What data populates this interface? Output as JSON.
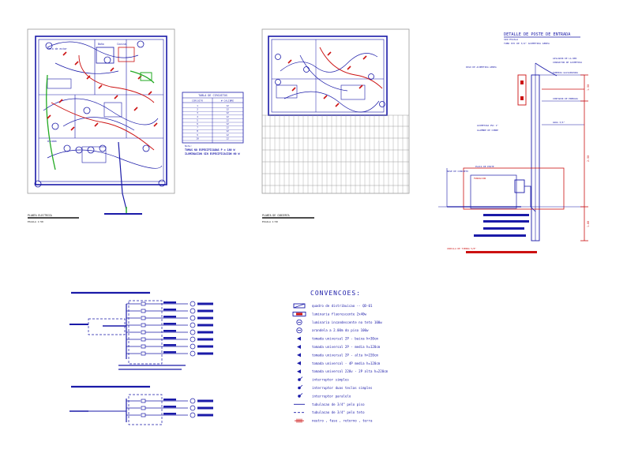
{
  "sheet": {
    "colors": {
      "line": "#1a1aa8",
      "red": "#cc1111",
      "green": "#22aa22",
      "grey": "#9a9a9a",
      "black": "#111111"
    }
  },
  "plan1": {
    "room_labels": [
      "Sala de estar",
      "Cocina",
      "Baño",
      "Alcoba"
    ]
  },
  "plan2": {},
  "table": {
    "title": "TABLA DE CIRCUITOS",
    "headers": [
      "CIRCUITO",
      "# CALIBRE"
    ],
    "rows": [
      [
        "1",
        "12"
      ],
      [
        "2",
        "12"
      ],
      [
        "3",
        "12"
      ],
      [
        "4",
        "12"
      ],
      [
        "5",
        "12"
      ],
      [
        "6",
        "12"
      ],
      [
        "7",
        "12"
      ],
      [
        "8",
        "12"
      ],
      [
        "9",
        "12"
      ],
      [
        "10",
        "12"
      ]
    ],
    "notes": [
      "Nota:",
      "TOMAS NO ESPECIFICADAS P = 180 W",
      "ILUMINACION SIN ESPECIFICACION 60 W"
    ]
  },
  "pole_detail": {
    "title": "DETALLE DE POSTE DE ENTRADA",
    "subtitle_1": "SIN ESCALA",
    "subtitle_2": "TUBO PVC DE 3/4\" ACOMETIDA AEREA",
    "callouts_left": [
      "PASO DE ACOMETIDA AEREA",
      "ACOMETIDA PVC 1\"",
      "ALAMBRE DE COBRE",
      "PLACA DE POSTE",
      "BASE DE CONCRETO",
      "FUNDACION",
      "VARILLA DE TIERRA 5/8\""
    ],
    "callouts_right": [
      "AISLADOR DE LA RED",
      "CONDUCTOR DE ACOMETIDA",
      "TUBERIA GALVANIZADA",
      "CONTADOR DE ENERGIA",
      "AGUA 3/4\""
    ],
    "dims": [
      "1.50",
      "2.50",
      "1.80"
    ]
  },
  "conventions": {
    "title": "CONVENCOES:",
    "items": [
      {
        "icon": "panel-icon",
        "label": "quadro de distribuicao  --  QD-01"
      },
      {
        "icon": "fluor-lamp-icon",
        "label": "luminaria fluorescente 2x40w"
      },
      {
        "icon": "incand-lamp-icon",
        "label": "luminaria incandescente no teto 100w"
      },
      {
        "icon": "wall-lamp-icon",
        "label": "arandela a 2.00m do piso 100w"
      },
      {
        "icon": "outlet-low-icon",
        "label": "tomada universal 2P  -  baixa h=30cm"
      },
      {
        "icon": "outlet-mid-icon",
        "label": "tomada universal 2P  -  media h=120cm"
      },
      {
        "icon": "outlet-high-icon",
        "label": "tomada universal 2P  -  alta h=220cm"
      },
      {
        "icon": "outlet-4p-icon",
        "label": "tomada universal  -  4P media h=120cm"
      },
      {
        "icon": "outlet-220-icon",
        "label": "tomada universal 220v - 2P alta h=220cm"
      },
      {
        "icon": "switch-simple-icon",
        "label": "interruptor simples"
      },
      {
        "icon": "switch-double-icon",
        "label": "interruptor duas teclas simples"
      },
      {
        "icon": "switch-parallel-icon",
        "label": "interruptor paralelo"
      },
      {
        "icon": "conduit-floor-icon",
        "label": "tubulacao de 3/4\" pelo piso"
      },
      {
        "icon": "conduit-ceiling-icon",
        "label": "tubulacao de 3/4\" pelo teto"
      },
      {
        "icon": "wires-icon",
        "label": "neutro , fase , retorno , terra"
      }
    ]
  },
  "captions": [
    "PLANTA ELECTRICA",
    "ESCALA 1:50",
    "PLANTA DE CUBIERTA",
    "ESCALA 1:50"
  ]
}
